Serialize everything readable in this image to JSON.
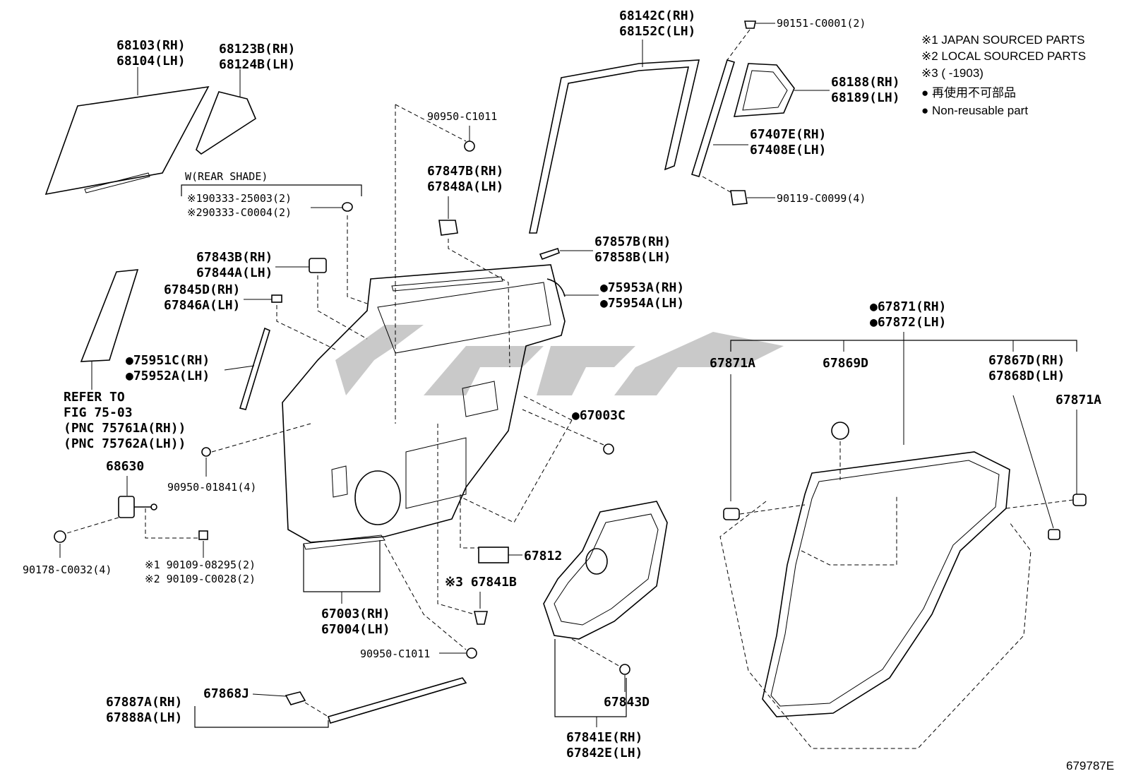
{
  "notes": {
    "n1": "※1 JAPAN SOURCED PARTS",
    "n2": "※2 LOCAL SOURCED PARTS",
    "n3": "※3 (       -1903)",
    "n4": "● 再使用不可部品",
    "n5": "● Non-reusable part"
  },
  "figure_code": "679787E",
  "labels": {
    "p68103": "68103(RH)",
    "p68104": "68104(LH)",
    "p68123b": "68123B(RH)",
    "p68124b": "68124B(LH)",
    "rear_shade": "W(REAR SHADE)",
    "p90333a": "※190333-25003(2)",
    "p90333b": "※290333-C0004(2)",
    "p67843b": "67843B(RH)",
    "p67844a": "67844A(LH)",
    "p67845d": "67845D(RH)",
    "p67846a": "67846A(LH)",
    "p75951c": "●75951C(RH)",
    "p75952a": "●75952A(LH)",
    "refer1": "REFER TO",
    "refer2": "FIG 75-03",
    "refer3": "(PNC 75761A(RH))",
    "refer4": "(PNC 75762A(LH))",
    "p68630": "68630",
    "p90950_01841": "90950-01841(4)",
    "p90178": "90178-C0032(4)",
    "p90109a": "※1 90109-08295(2)",
    "p90109b": "※2 90109-C0028(2)",
    "p67003": "67003(RH)",
    "p67004": "67004(LH)",
    "p90950_c1011_top": "90950-C1011",
    "p90950_c1011_bot": "90950-C1011",
    "p67847b": "67847B(RH)",
    "p67848a": "67848A(LH)",
    "p67857b": "67857B(RH)",
    "p67858b": "67858B(LH)",
    "p75953a": "●75953A(RH)",
    "p75954a": "●75954A(LH)",
    "p67003c": "●67003C",
    "p67812": "67812",
    "p67841b": "※3 67841B",
    "p68142c": "68142C(RH)",
    "p68152c": "68152C(LH)",
    "p90151": "90151-C0001(2)",
    "p68188": "68188(RH)",
    "p68189": "68189(LH)",
    "p67407e": "67407E(RH)",
    "p67408e": "67408E(LH)",
    "p90119": "90119-C0099(4)",
    "p67871": "●67871(RH)",
    "p67872": "●67872(LH)",
    "p67871a_l": "67871A",
    "p67869d": "67869D",
    "p67867d": "67867D(RH)",
    "p67868d": "67868D(LH)",
    "p67871a_r": "67871A",
    "p67887a": "67887A(RH)",
    "p67888a": "67888A(LH)",
    "p67868j": "67868J",
    "p67843d": "67843D",
    "p67841e": "67841E(RH)",
    "p67842e": "67842E(LH)"
  }
}
